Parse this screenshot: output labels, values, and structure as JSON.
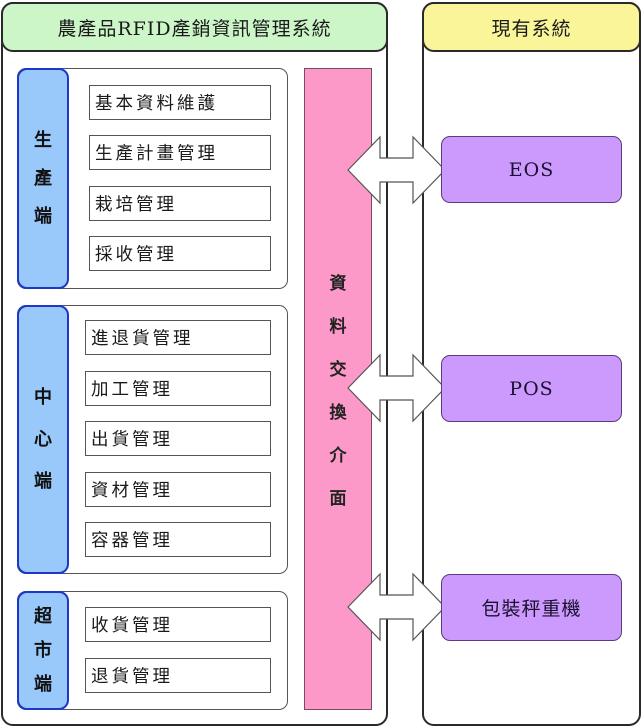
{
  "system_panel": {
    "title": "農產品RFID產銷資訊管理系統",
    "header_color": "#ccf5c8",
    "groups": [
      {
        "label_chars": [
          "生",
          "產",
          "端"
        ],
        "modules": [
          "基本資料維護",
          "生產計畫管理",
          "栽培管理",
          "採收管理"
        ]
      },
      {
        "label_chars": [
          "中",
          "心",
          "端"
        ],
        "modules": [
          "進退貨管理",
          "加工管理",
          "出貨管理",
          "資材管理",
          "容器管理"
        ]
      },
      {
        "label_chars": [
          "超",
          "市",
          "端"
        ],
        "modules": [
          "收貨管理",
          "退貨管理"
        ]
      }
    ],
    "group_label_color": "#99c9fb",
    "exchange_interface": {
      "chars": [
        "資",
        "料",
        "交",
        "換",
        "介",
        "面"
      ],
      "color": "#fd99c9"
    }
  },
  "existing_panel": {
    "title": "現有系統",
    "header_color": "#fbf59a",
    "systems": [
      {
        "label": "EOS",
        "connection": "bidirectional-arrow"
      },
      {
        "label": "POS",
        "connection": "bidirectional-arrow"
      },
      {
        "label": "包裝秤重機",
        "connection": "bidirectional-arrow"
      }
    ],
    "system_color": "#cc99fd"
  }
}
